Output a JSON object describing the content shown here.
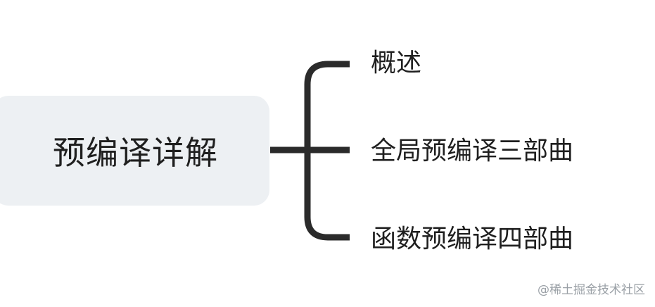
{
  "diagram": {
    "root": {
      "label": "预编译详解"
    },
    "children": [
      {
        "label": "概述"
      },
      {
        "label": "全局预编译三部曲"
      },
      {
        "label": "函数预编译四部曲"
      }
    ],
    "colors": {
      "root_fill": "#edf0f3",
      "connector": "#2b2b2b",
      "text": "#1f1f1f"
    }
  },
  "watermark": "@稀土掘金技术社区"
}
